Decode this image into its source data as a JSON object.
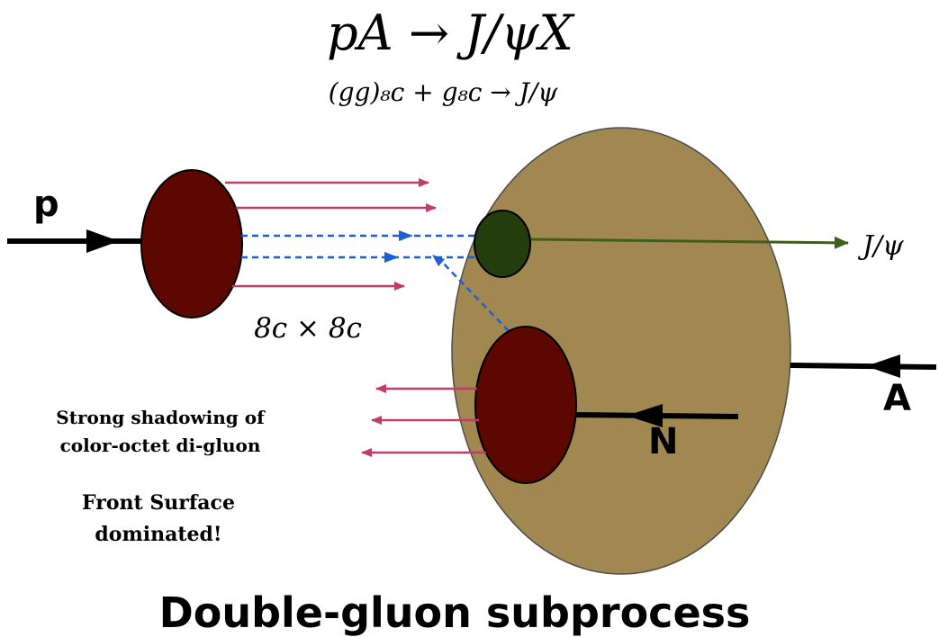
{
  "reaction": "pA → J/ψX",
  "subprocess_equation": "(gg)₈ᴄ + g₈ᴄ → J/ψ",
  "proton_label": "p",
  "nucleus_label": "A",
  "nucleon_label": "N",
  "jpsi_label": "J/ψ",
  "color_label": "8ᴄ × 8ᴄ",
  "note_line1": "Strong shadowing of",
  "note_line2": "color-octet di-gluon",
  "note_line3": "Front Surface",
  "note_line4": "dominated!",
  "bottom_title": "Double-gluon subprocess",
  "colors": {
    "nucleus_fill": "#a08850",
    "nucleon_fill": "#5c0800",
    "jpsi_blob_fill": "#233d0c",
    "jpsi_line": "#3e5e1e",
    "parton_arrow": "#c23b6b",
    "gluon_dashed": "#1d5fd6",
    "beam": "#000000"
  }
}
